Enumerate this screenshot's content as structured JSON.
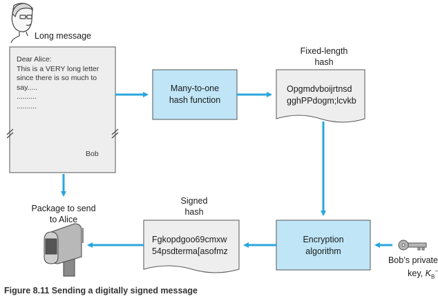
{
  "labels": {
    "long_message": "Long message",
    "fixed_length_hash": [
      "Fixed-length",
      "hash"
    ],
    "signed_hash": [
      "Signed",
      "hash"
    ],
    "package_to_send": [
      "Package to send",
      "to Alice"
    ],
    "bobs_key": [
      "Bob’s private",
      "key, "
    ],
    "key_symbol": "K",
    "key_sub": "B",
    "key_sup": "−"
  },
  "letter": {
    "lines": [
      "Dear Alice:",
      "This is a VERY long letter",
      "since there is so much to",
      "say.....",
      "..........",
      ".........."
    ],
    "signature": "Bob"
  },
  "hash_function": [
    "Many-to-one",
    "hash function"
  ],
  "hash_value": [
    "Opgmdvboijrtnsd",
    "gghPPdogm;lcvkb"
  ],
  "encryption": [
    "Encryption",
    "algorithm"
  ],
  "signed_hash_value": [
    "Fgkopdgoo69cmxw",
    "54psdterma[asofmz"
  ],
  "caption": "Figure 8.11 Sending a digitally signed message",
  "colors": {
    "arrow": "#2aa6de",
    "process_box_fill": "#bfe5f7",
    "paper_fill": "#eeeeee",
    "outline": "#555555"
  },
  "icons": [
    "person-icon",
    "mailbox-icon",
    "key-icon"
  ]
}
